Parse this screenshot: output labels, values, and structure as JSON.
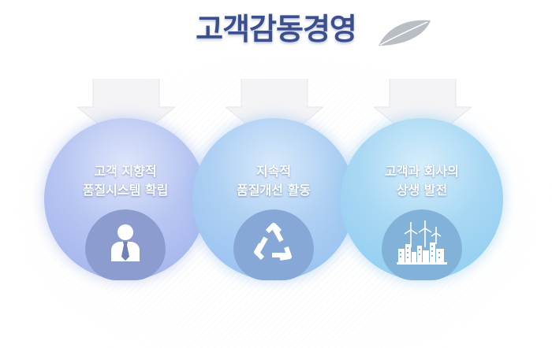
{
  "title": "고객감동경영",
  "colors": {
    "title": "#3a4f90",
    "circle_1": "#b8c6f2",
    "circle_2": "#aed0f3",
    "circle_3": "#a9d8f4"
  },
  "items": [
    {
      "line1": "고객 지향적",
      "line2": "품질시스템 확립",
      "icon": "person-icon"
    },
    {
      "line1": "지속적",
      "line2": "품질개선 활동",
      "icon": "recycle-icon"
    },
    {
      "line1": "고객과 회사의",
      "line2": "상생 발전",
      "icon": "city-windmill-icon"
    }
  ]
}
